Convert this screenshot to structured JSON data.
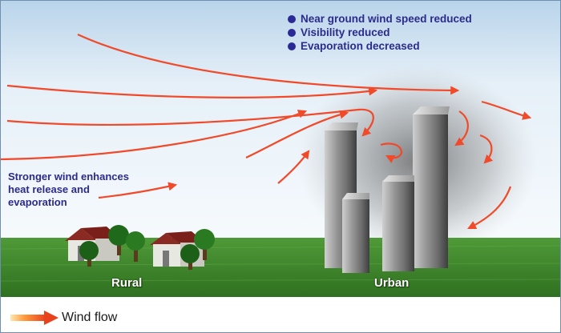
{
  "effects": [
    "Near ground wind speed reduced",
    "Visibility reduced",
    "Evaporation decreased"
  ],
  "side_note": [
    "Stronger wind enhances",
    "heat release and",
    "evaporation"
  ],
  "labels": {
    "rural": "Rural",
    "urban": "Urban"
  },
  "legend": {
    "label": "Wind flow"
  },
  "colors": {
    "arrow": "#f04a2a",
    "bullet": "#2a2a96",
    "text": "#2b2b8c",
    "grass": "#3e8a2c"
  }
}
